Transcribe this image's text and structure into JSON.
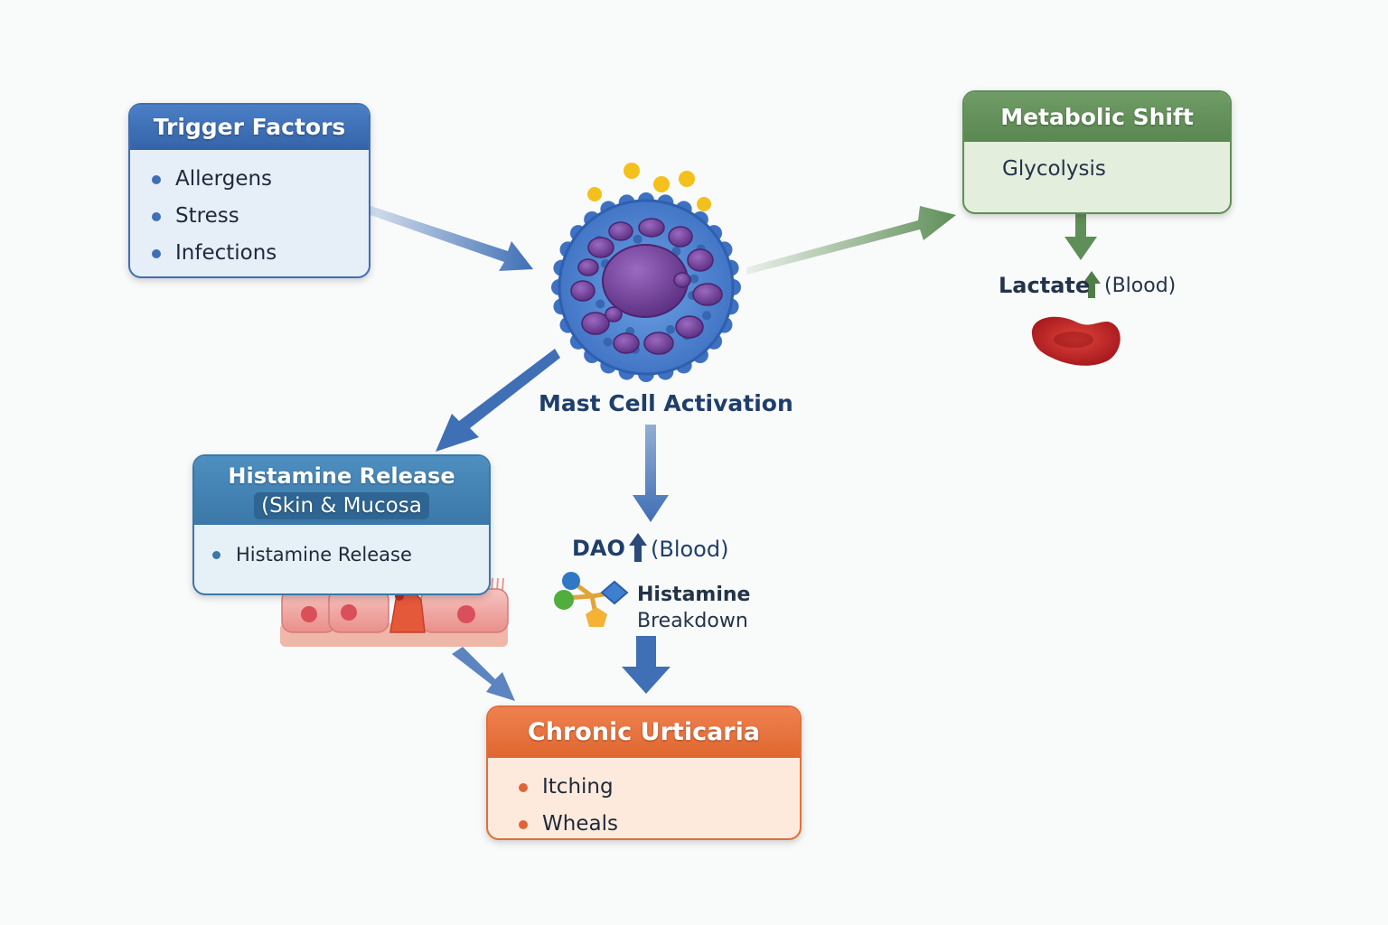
{
  "trigger": {
    "title": "Trigger Factors",
    "items": [
      "Allergens",
      "Stress",
      "Infections"
    ]
  },
  "mast_cell": {
    "label": "Mast Cell Activation"
  },
  "metabolic": {
    "title": "Metabolic Shift",
    "glycolysis": "Glycolysis",
    "lactate": "Lactate",
    "lactate_location": "(Blood)"
  },
  "histamine_release": {
    "title": "Histamine Release",
    "subtitle": "(Skin & Mucosa",
    "items": [
      "Histamine Release"
    ]
  },
  "dao": {
    "label": "DAO",
    "location": "(Blood)",
    "breakdown_line1": "Histamine",
    "breakdown_line2": "Breakdown"
  },
  "urticaria": {
    "title": "Chronic Urticaria",
    "items": [
      "Itching",
      "Wheals"
    ]
  },
  "colors": {
    "blue": "#3f6fb5",
    "green": "#5f8f58",
    "orange": "#e0672f",
    "cell_membrane": "#4f84d0",
    "granule": "#6a3a8f",
    "lactate_drop": "#c8262a"
  },
  "icons": [
    "mast-cell-icon",
    "mitochondrion-icon",
    "red-blood-cell-icon",
    "skin-tissue-icon",
    "molecule-icon",
    "up-arrow-icon"
  ]
}
